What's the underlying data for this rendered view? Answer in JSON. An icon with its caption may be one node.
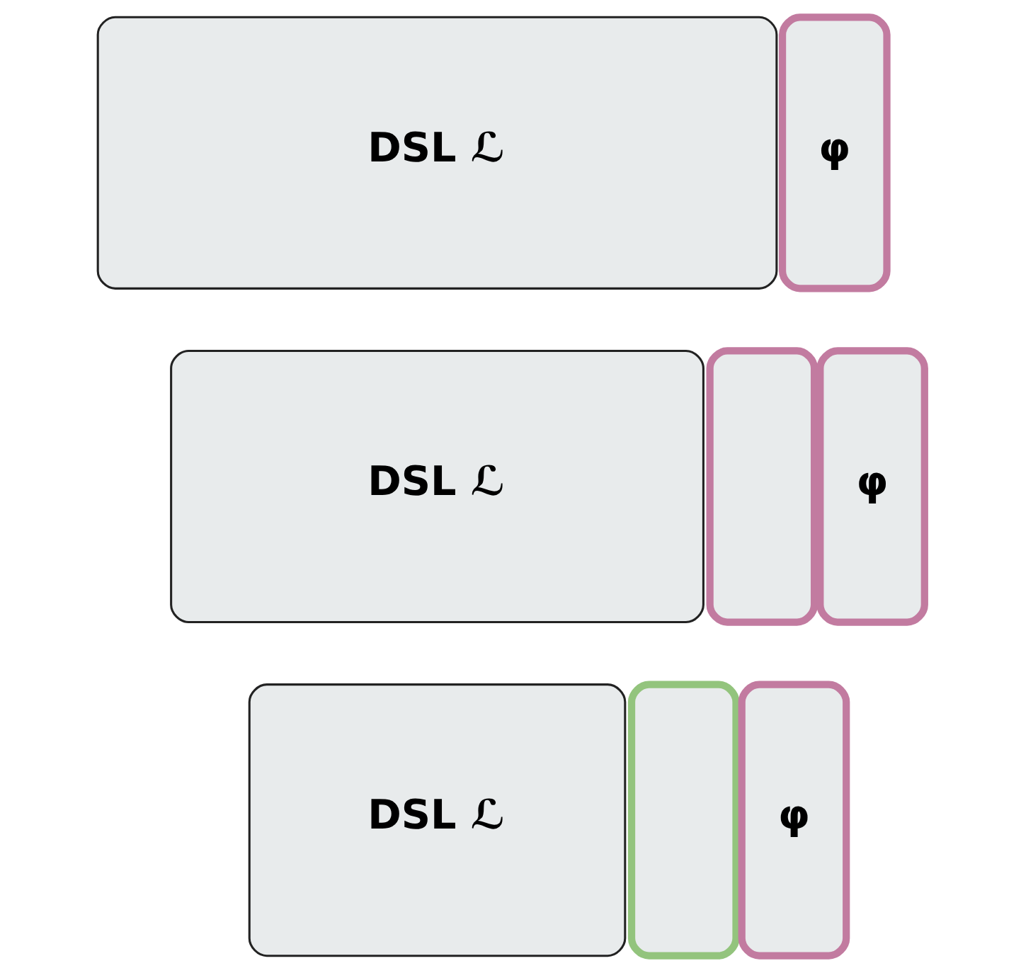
{
  "diagram": {
    "nodes": [
      {
        "text": [
          "DSL ℒ"
        ]
      },
      {
        "text": [
          "φ"
        ]
      },
      {
        "text": [
          "DSL ℒ"
        ]
      },
      {
        "text": [],
        "shape": "box"
      },
      {
        "text": [
          "φ"
        ]
      },
      {
        "text": [
          "DSL ℒ"
        ]
      },
      {
        "text": [],
        "shape": "box"
      },
      {
        "text": [
          "φ"
        ]
      }
    ]
  }
}
